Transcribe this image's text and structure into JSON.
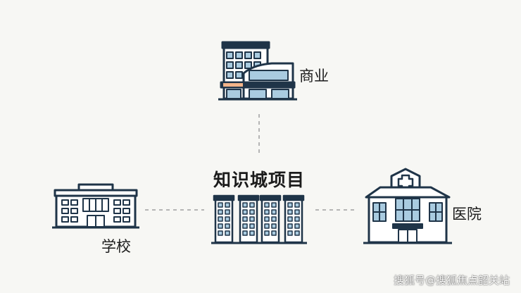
{
  "center": {
    "label": "知识城项目"
  },
  "nodes": {
    "commerce": {
      "label": "商业",
      "icon": "commercial-building-icon"
    },
    "school": {
      "label": "学校",
      "icon": "school-building-icon"
    },
    "hospital": {
      "label": "医院",
      "icon": "hospital-building-icon"
    }
  },
  "center_icon": "residential-towers-icon",
  "watermark": "搜狐号@搜狐焦点韶关站",
  "colors": {
    "background": "#f7f7f4",
    "outline": "#1f3448",
    "window_fill": "#a9cbe0",
    "accent": "#f2b48a",
    "connector": "#b5b5b5"
  }
}
